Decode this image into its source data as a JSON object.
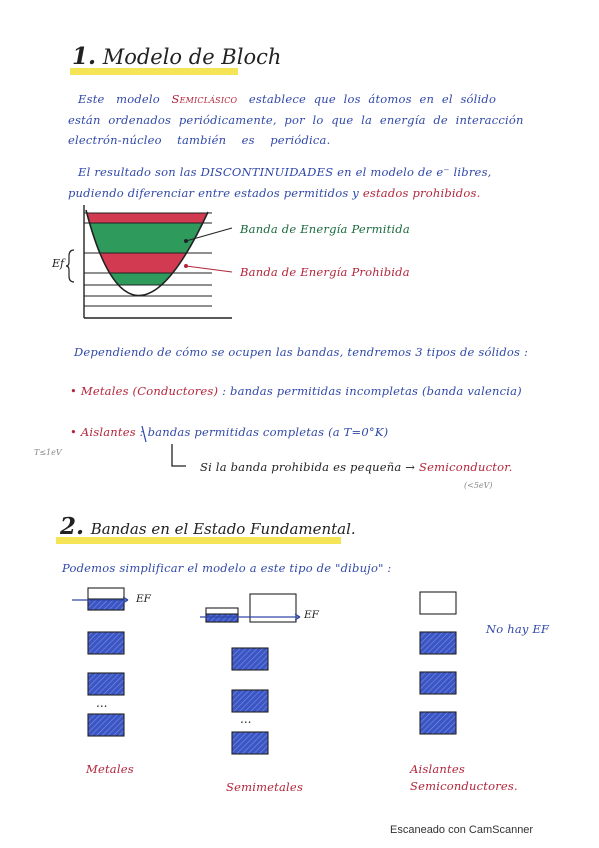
{
  "section1": {
    "number": "1.",
    "title": "Modelo de Bloch",
    "para1": {
      "l1": [
        "Este",
        "modelo",
        "Semiclásico",
        "establece",
        "que",
        "los",
        "átomos",
        "en",
        "el",
        "sólido"
      ],
      "l2": [
        "están",
        "ordenados",
        "periódicamente,",
        "por",
        "lo",
        "que",
        "la",
        "energía",
        "de",
        "interacción"
      ],
      "l3": [
        "electrón-núcleo",
        "también",
        "es",
        "periódica."
      ]
    },
    "para2": {
      "l1": "El   resultado   son   las   DISCONTINUIDADES   en   el   modelo de e⁻ libres,",
      "l2a": "pudiendo  diferenciar  entre  estados permitidos  y ",
      "l2b": "estados prohibidos."
    },
    "diagram": {
      "ef_label": "Ef",
      "allowed_label": "Banda de Energía Permitida",
      "forbidden_label": "Banda de Energía Prohibida"
    },
    "para3": "Dependiendo  de  cómo  se  ocupen  las  bandas,  tendremos  3  tipos de sólidos :",
    "bullets": [
      {
        "mark": "•",
        "head": "Metales (Conductores)",
        "tail": ": bandas permitidas  incompletas  (banda valencia)"
      },
      {
        "mark": "•",
        "head": "Aislantes",
        "tail": ": bandas  permitidas   completas  (a T=0°K)"
      }
    ],
    "margin_note": "T≤1eV",
    "sub_note_a": "Si la banda prohibida es pequeña → ",
    "sub_note_b": "Semiconductor.",
    "sub_note_c": "(<5eV)"
  },
  "section2": {
    "number": "2.",
    "title": "Bandas en el Estado Fundamental.",
    "intro": "Podemos  simplificar  el  modelo  a  este  tipo  de  \"dibujo\" :",
    "ef_label": "EF",
    "no_ef_label": "No hay EF",
    "dots": "...",
    "col_labels": {
      "metals": "Metales",
      "semimetals": "Semimetales",
      "insulators_l1": "Aislantes",
      "insulators_l2": "Semiconductores."
    }
  },
  "footer": "Escaneado con CamScanner"
}
